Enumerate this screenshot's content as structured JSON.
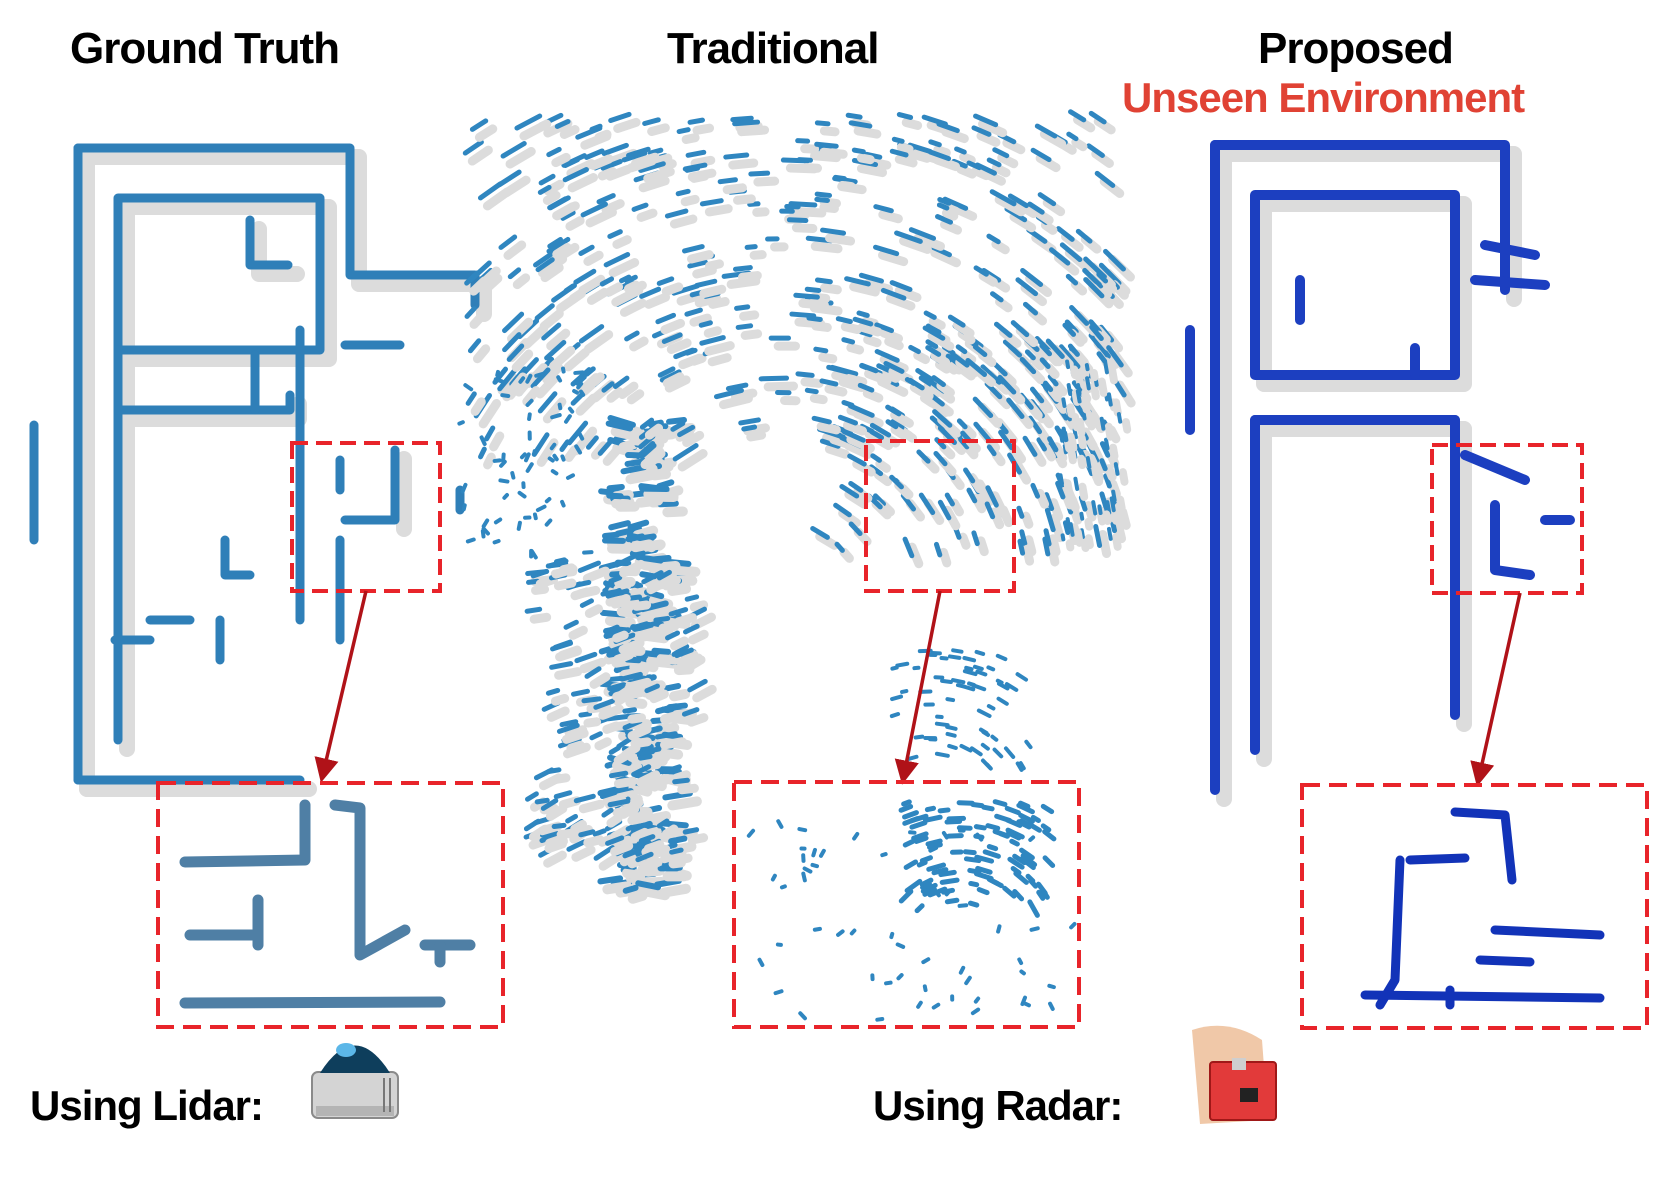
{
  "titles": {
    "ground_truth": "Ground Truth",
    "traditional": "Traditional",
    "proposed": "Proposed",
    "proposed_note": "Unseen Environment"
  },
  "footer": {
    "lidar_label": "Using Lidar:",
    "radar_label": "Using Radar:"
  },
  "icons": {
    "lidar": "lidar-sensor-icon",
    "radar": "radar-board-in-hand-icon"
  },
  "colors": {
    "lidar_map": "#2f7fb8",
    "traditional_map": "#2f86c0",
    "proposed_map": "#1c3fc0",
    "shadow": "#dcdcdc",
    "highlight_box": "#e8242a",
    "arrow": "#b01218",
    "note_text": "#e04234"
  }
}
